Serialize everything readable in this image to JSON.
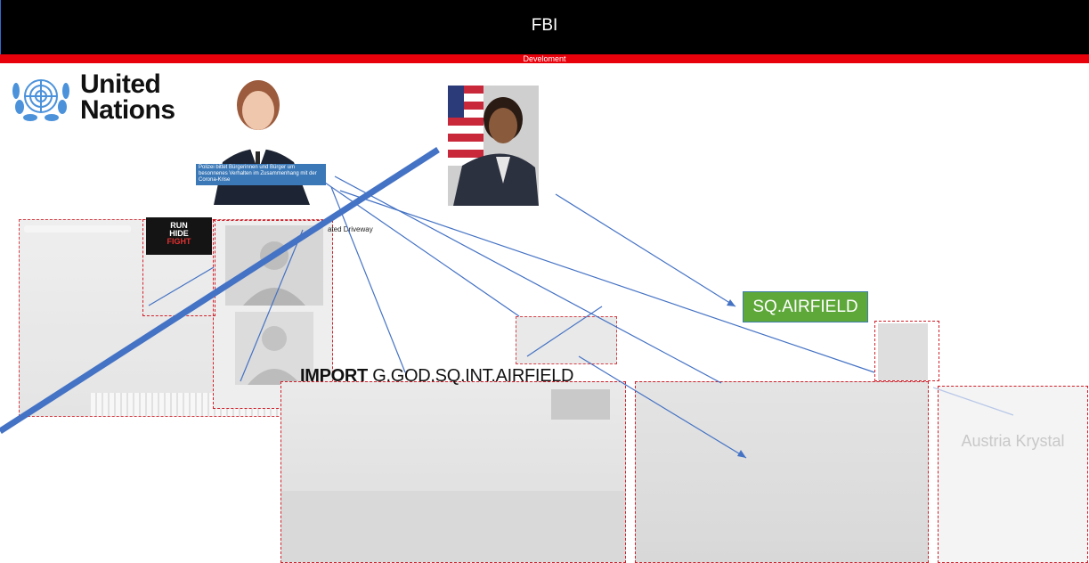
{
  "header": {
    "title": "FBI",
    "subtitle": "Develoment"
  },
  "logo": {
    "line1": "United",
    "line2": "Nations"
  },
  "police_caption": "Polizei bittet Bürgerinnen und Bürger um besonnenes Verhalten im Zusammenhang mit der Corona-Krise",
  "video_thumb": {
    "line1": "RUN",
    "line2": "HIDE",
    "line3": "FIGHT"
  },
  "driveway_label": "ated Driveway",
  "import_label": {
    "keyword": "IMPORT",
    "rest": " G.GOD.SQ.INT.AIRFIELD"
  },
  "airfield_button": "SQ.AIRFIELD",
  "austria_label": "Austria Krystal",
  "colors": {
    "accent_red": "#e8000b",
    "line_blue": "#4472c4",
    "button_green": "#5ea83a"
  }
}
